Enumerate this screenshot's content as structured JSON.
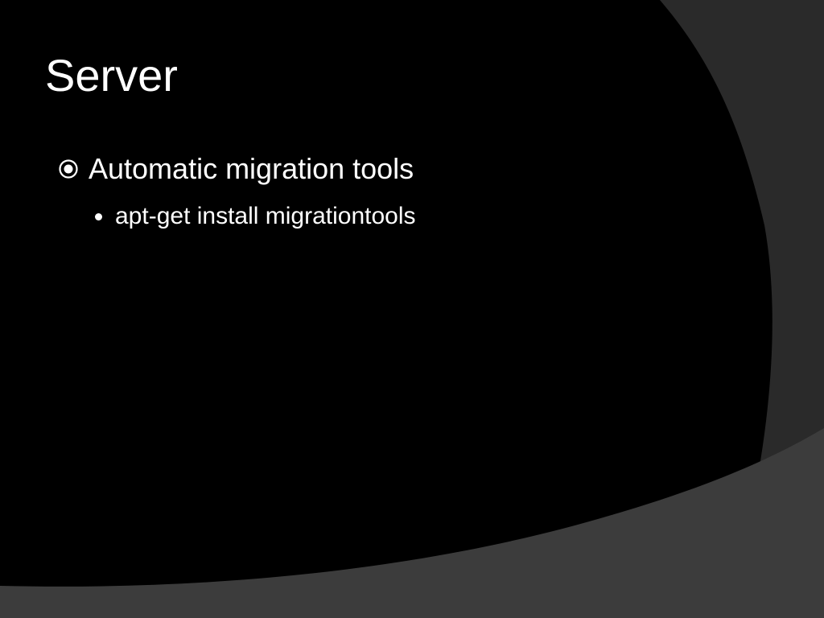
{
  "slide": {
    "title": "Server",
    "bullets": [
      {
        "text": "Automatic migration tools",
        "marker_icon": "circled-dot-bullet-icon",
        "children": [
          {
            "text": "apt-get install migrationtools",
            "marker_icon": "dot-bullet-icon"
          }
        ]
      }
    ]
  },
  "colors": {
    "background": "#000000",
    "text": "#ffffff",
    "panel_dark": "#2a2a2a",
    "panel_mid": "#3c3c3c"
  }
}
